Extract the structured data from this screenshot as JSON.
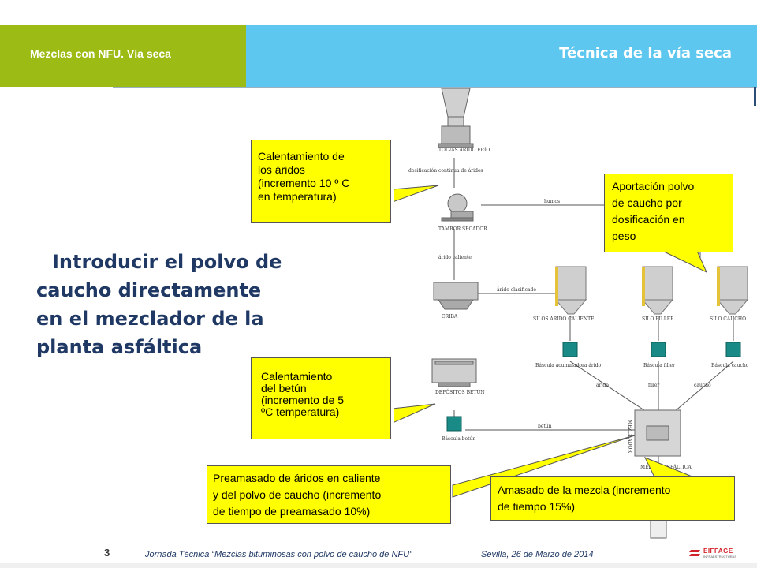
{
  "header": {
    "left_title": "Mezclas con NFU. Vía seca",
    "right_title": "Técnica de la vía seca",
    "left_color": "#9cbb14",
    "right_color": "#5ec7ef"
  },
  "main_text": {
    "lines": [
      "Introducir el polvo de",
      "caucho  directamente",
      "en el mezclador de la",
      "planta asfáltica"
    ]
  },
  "callouts": {
    "aridos": [
      "Calentamiento de",
      "los áridos",
      "(incremento 10 º C",
      "en temperatura)"
    ],
    "polvo": [
      "Aportación polvo",
      "de caucho por",
      "dosificación en",
      "peso"
    ],
    "betun": [
      "Calentamiento",
      "del betún",
      "(incremento de 5",
      "ºC temperatura)"
    ],
    "preamasado": [
      "Preamasado de áridos en caliente",
      "y del polvo de caucho (incremento",
      "de tiempo de preamasado 10%)"
    ],
    "amasado": [
      "Amasado de la mezcla (incremento",
      "de tiempo 15%)"
    ]
  },
  "diagram": {
    "tolvas": "TOLVAS ÁRIDO FRÍO",
    "dosificacion": "dosificación continua de áridos",
    "tambor": "TAMBOR SECADOR",
    "humos": "humos",
    "arido_caliente": "árido caliente",
    "criba": "CRIBA",
    "arido_clasificado": "árido clasificado",
    "silos_arido": "SILOS ÁRIDO CALIENTE",
    "silo_filler": "SILO FILLER",
    "silo_caucho": "SILO CAUCHO",
    "bascula_acumuladora": "Báscula acumuladora árido",
    "bascula_filler": "Báscula filler",
    "bascula_caucho": "Báscula caucho",
    "depositos": "DEPÓSITOS BETÚN",
    "bascula_betun": "Báscula betún",
    "betun": "betún",
    "arido": "árido",
    "filler": "filler",
    "caucho": "caucho",
    "mezclador": "MEZCLADOR",
    "mezcla": "MEZCLA ASFÁLTICA"
  },
  "footer": {
    "page": "3",
    "event": "Jornada Técnica “Mezclas bituminosas con polvo de caucho de NFU”",
    "place_date": "Sevilla, 26 de Marzo de 2014",
    "logo": "EIFFAGE",
    "logo_sub": "INFRAESTRUCTURAS"
  }
}
